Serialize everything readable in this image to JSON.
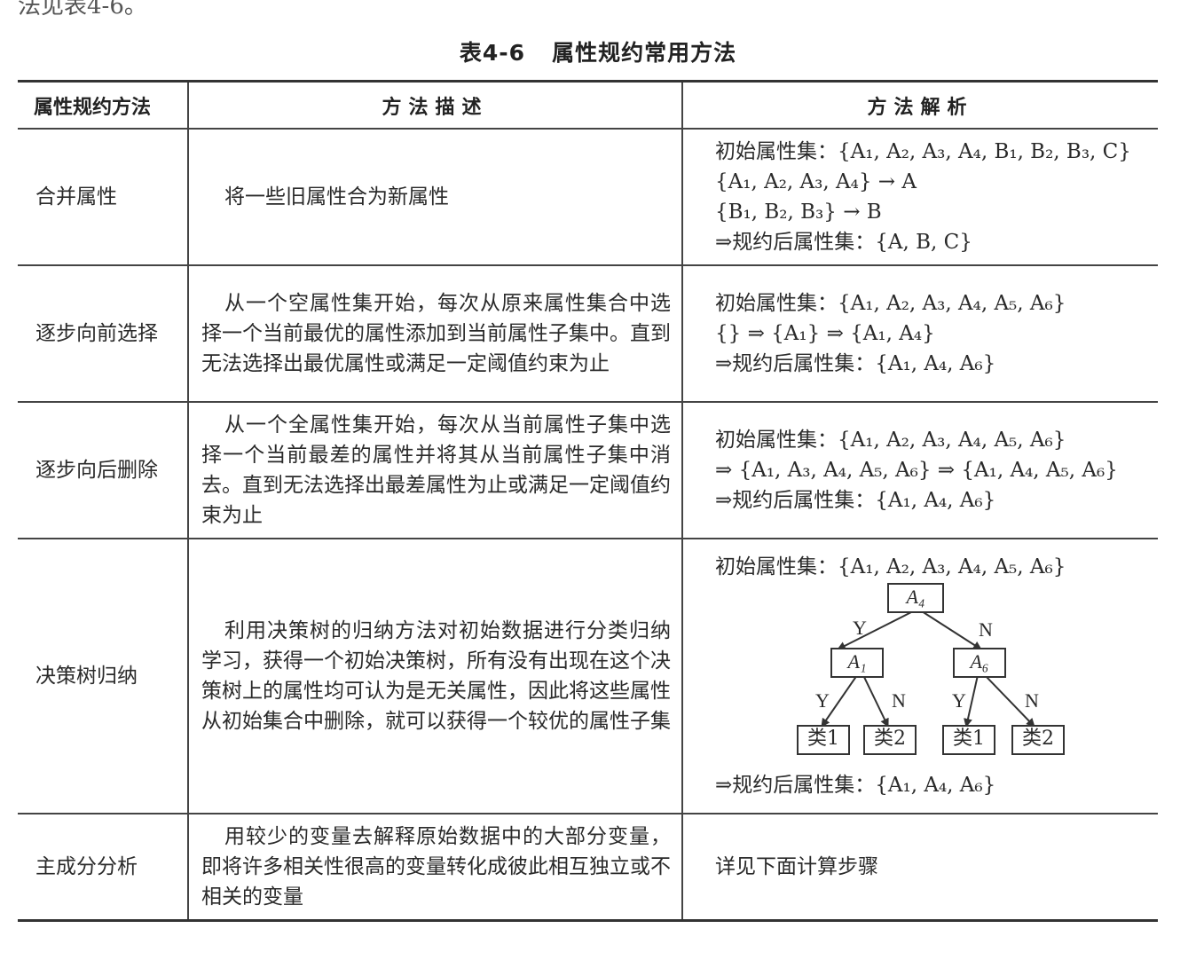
{
  "top_fragment": "法见表4-6。",
  "caption": {
    "number": "表4-6",
    "title": "属性规约常用方法"
  },
  "headers": {
    "method": "属性规约方法",
    "description": "方法描述",
    "analysis": "方法解析"
  },
  "rows": [
    {
      "method": "合并属性",
      "description": "将一些旧属性合为新属性",
      "analysis": [
        "初始属性集：{A₁, A₂, A₃, A₄, B₁, B₂, B₃, C}",
        "{A₁, A₂, A₃, A₄} → A",
        "{B₁, B₂, B₃} → B",
        "⇒规约后属性集：{A, B, C}"
      ]
    },
    {
      "method": "逐步向前选择",
      "description": "从一个空属性集开始，每次从原来属性集合中选择一个当前最优的属性添加到当前属性子集中。直到无法选择出最优属性或满足一定阈值约束为止",
      "analysis": [
        "初始属性集：{A₁, A₂, A₃, A₄, A₅, A₆}",
        "{} ⇒ {A₁} ⇒ {A₁, A₄}",
        "⇒规约后属性集：{A₁, A₄, A₆}"
      ]
    },
    {
      "method": "逐步向后删除",
      "description": "从一个全属性集开始，每次从当前属性子集中选择一个当前最差的属性并将其从当前属性子集中消去。直到无法选择出最差属性为止或满足一定阈值约束为止",
      "analysis": [
        "初始属性集：{A₁, A₂, A₃, A₄, A₅, A₆}",
        "⇒ {A₁, A₃, A₄, A₅, A₆} ⇒ {A₁, A₄, A₅, A₆}",
        "⇒规约后属性集：{A₁, A₄, A₆}"
      ]
    },
    {
      "method": "决策树归纳",
      "description": "利用决策树的归纳方法对初始数据进行分类归纳学习，获得一个初始决策树，所有没有出现在这个决策树上的属性均可认为是无关属性，因此将这些属性从初始集合中删除，就可以获得一个较优的属性子集",
      "analysis_top": "初始属性集：{A₁, A₂, A₃, A₄, A₅, A₆}",
      "tree": {
        "root": "A₄",
        "left": "A₁",
        "right": "A₆",
        "yes": "Y",
        "no": "N",
        "leaf_class1": "类1",
        "leaf_class2": "类2"
      },
      "analysis_bottom": "⇒规约后属性集：{A₁, A₄, A₆}"
    },
    {
      "method": "主成分分析",
      "description": "用较少的变量去解释原始数据中的大部分变量，即将许多相关性很高的变量转化成彼此相互独立或不相关的变量",
      "analysis": [
        "详见下面计算步骤"
      ]
    }
  ]
}
